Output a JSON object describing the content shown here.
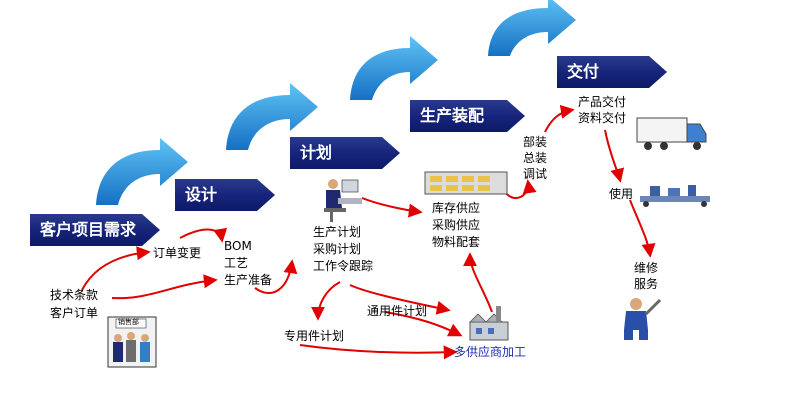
{
  "stages": {
    "requirement": "客户项目需求",
    "design": "设计",
    "plan": "计划",
    "assembly": "生产装配",
    "delivery": "交付"
  },
  "nodes": {
    "tech_terms": "技术条款",
    "customer_order": "客户订单",
    "order_change": "订单变更",
    "bom": "BOM",
    "process": "工艺",
    "prod_prep": "生产准备",
    "prod_plan": "生产计划",
    "purchase_plan": "采购计划",
    "work_order": "工作令跟踪",
    "inv_supply": "库存供应",
    "purchase_supply": "采购供应",
    "material_kit": "物料配套",
    "general_parts": "通用件计划",
    "special_parts": "专用件计划",
    "multi_supplier": "多供应商加工",
    "parts": "部装",
    "final_assembly": "总装",
    "debug": "调试",
    "product_delivery": "产品交付",
    "doc_delivery": "资料交付",
    "usage": "使用",
    "maintenance": "维修",
    "service": "服务",
    "sales_dept": "销售部"
  },
  "colors": {
    "stage_fill": "#15237a",
    "curve_arrow": "#1f8fd8",
    "flow_arrow": "#e00000",
    "supplier_text": "#1a2bb0"
  },
  "icons": [
    "sales-team-icon",
    "operator-computer-icon",
    "warehouse-shelf-icon",
    "factory-icon",
    "delivery-truck-icon",
    "production-line-icon",
    "maintenance-worker-icon"
  ]
}
